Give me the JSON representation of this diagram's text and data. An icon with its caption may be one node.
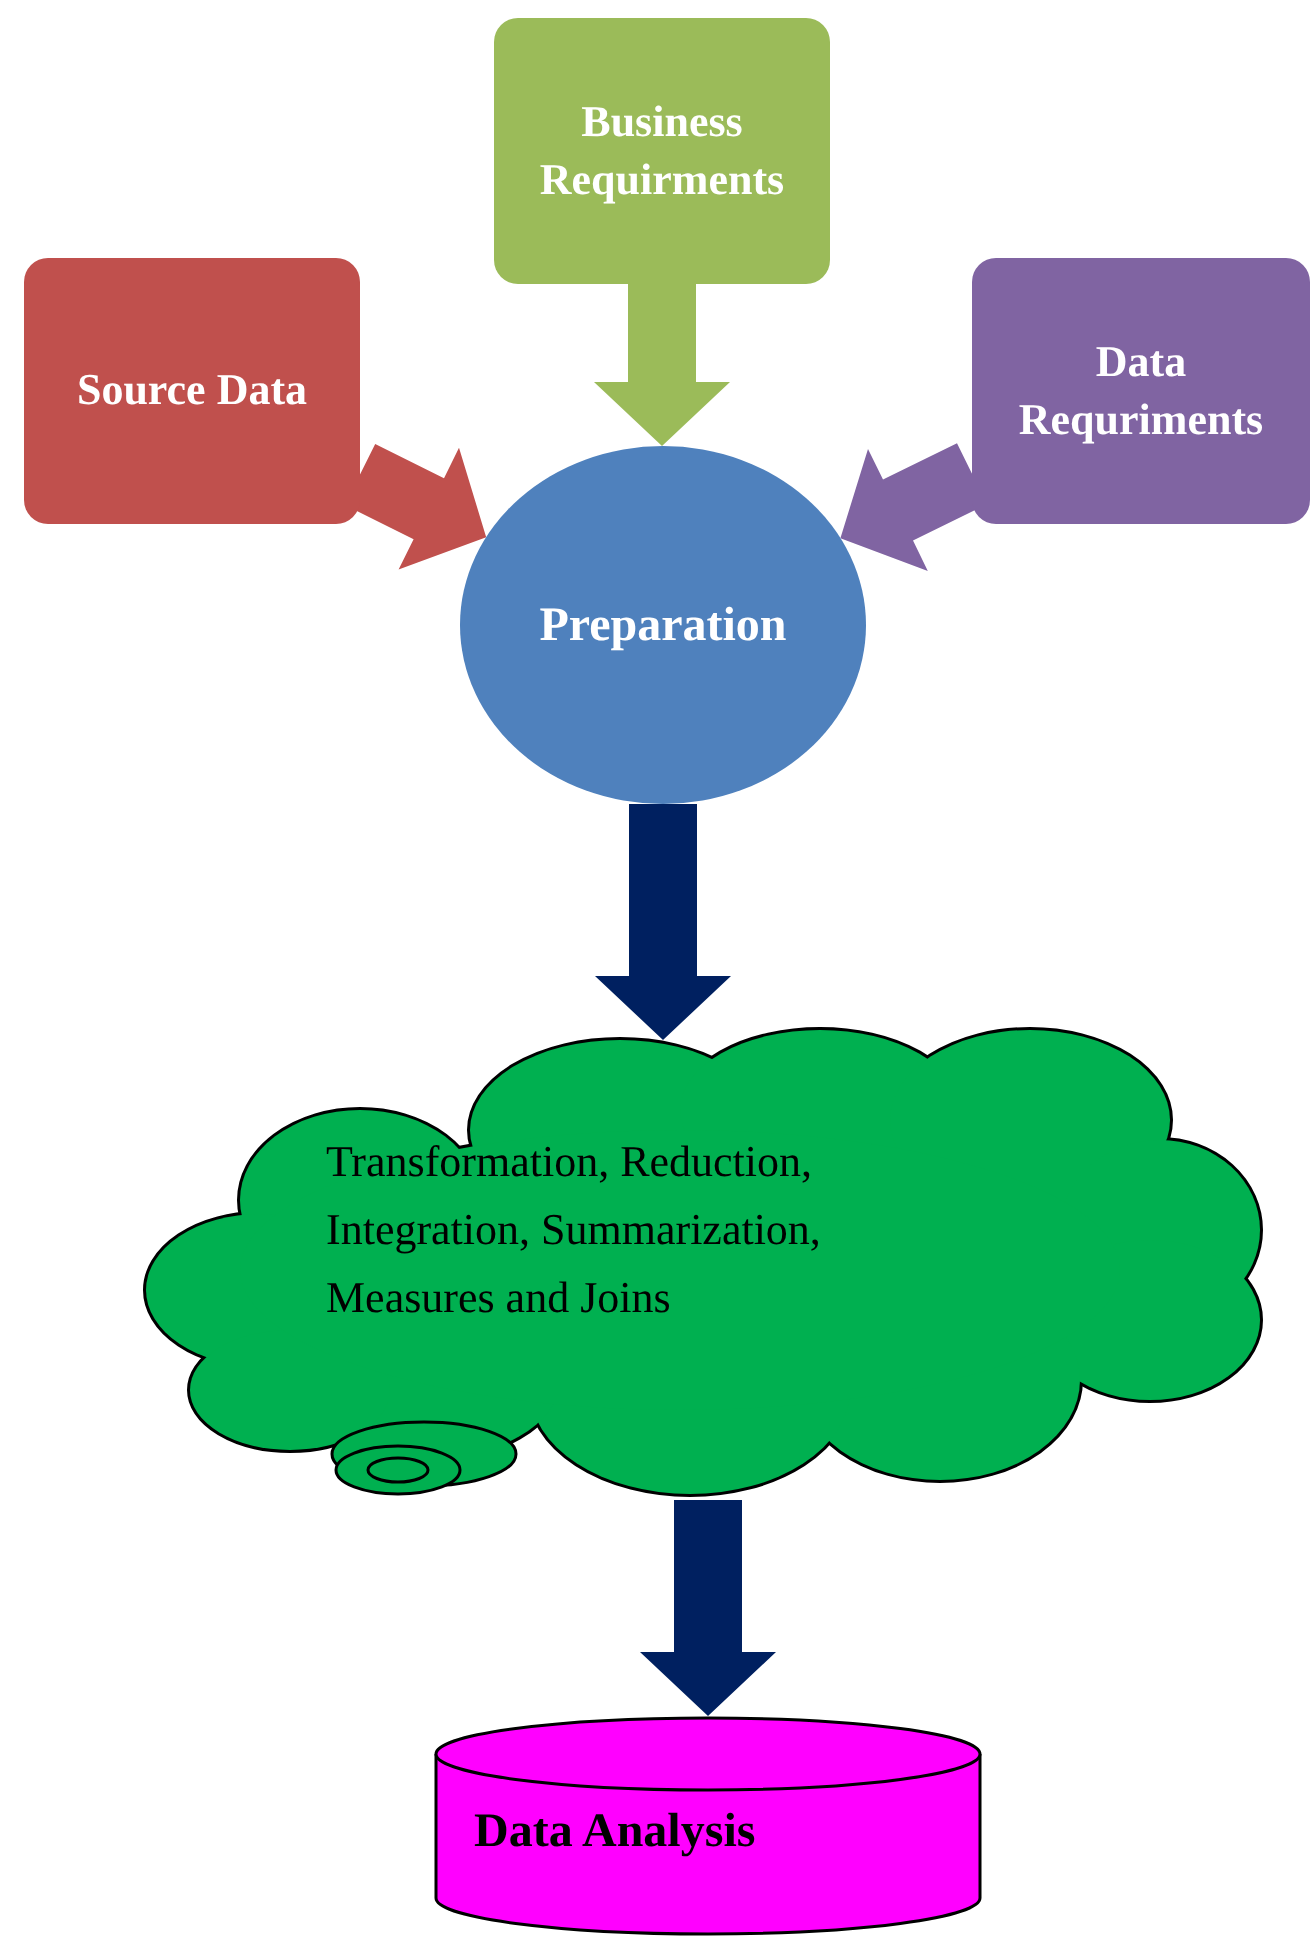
{
  "diagram": {
    "nodes": [
      {
        "text": [
          "Source Data"
        ]
      },
      {
        "text": [
          "Business Requirments"
        ]
      },
      {
        "text": [
          "Data Requriments"
        ]
      },
      {
        "text": [
          "Preparation"
        ]
      },
      {
        "text": [
          "Transformation, Reduction, Integration, Summarization, Measures and Joins"
        ]
      },
      {
        "text": [
          "Data Analysis"
        ]
      }
    ],
    "edges": [
      {
        "from": 0,
        "to": 3,
        "arrow": "to",
        "color": "#c0504d"
      },
      {
        "from": 1,
        "to": 3,
        "arrow": "to",
        "color": "#9bbb59"
      },
      {
        "from": 2,
        "to": 3,
        "arrow": "to",
        "color": "#8064a2"
      },
      {
        "from": 3,
        "to": 4,
        "arrow": "to",
        "color": "#002060"
      },
      {
        "from": 4,
        "to": 5,
        "arrow": "to",
        "color": "#002060"
      }
    ]
  }
}
